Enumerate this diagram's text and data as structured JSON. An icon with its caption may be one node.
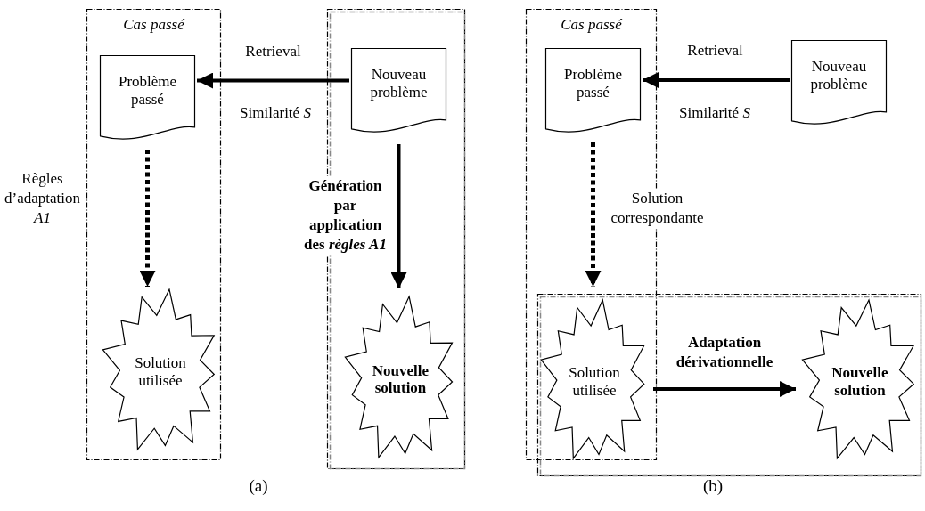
{
  "diagram": {
    "nodes": [
      {
        "text": [
          "Cas passé"
        ]
      },
      {
        "text": [
          "Problème passé"
        ],
        "in": 0
      },
      {
        "text": [
          "Solution utilisée"
        ],
        "in": 0
      },
      {
        "text": [],
        "shape": "box"
      },
      {
        "text": [
          "Nouveau problème"
        ],
        "in": 3
      },
      {
        "text": [
          "Nouvelle solution"
        ],
        "in": 3
      },
      {
        "text": [
          "Cas passé"
        ]
      },
      {
        "text": [
          "Problème passé"
        ],
        "in": 6
      },
      {
        "text": [
          "Nouveau problème"
        ]
      },
      {
        "text": [],
        "shape": "box"
      },
      {
        "text": [
          "Solution utilisée"
        ]
      },
      {
        "text": [
          "Nouvelle solution"
        ],
        "in": 9
      }
    ],
    "edges": [
      {
        "from": 4,
        "to": 1,
        "arrow": "to",
        "label": "Retrieval"
      },
      {
        "from": 1,
        "to": 2,
        "arrow": "to",
        "label": "Règles d’adaptation *A1*",
        "style": "dashed"
      },
      {
        "from": 4,
        "to": 5,
        "arrow": "to",
        "label": "Génération par application des *règles A1*"
      },
      {
        "from": 8,
        "to": 7,
        "arrow": "to",
        "label": "Retrieval"
      },
      {
        "from": 7,
        "to": 10,
        "arrow": "to",
        "label": "Solution correspondante",
        "style": "dashed"
      },
      {
        "from": 10,
        "to": 11,
        "arrow": "to",
        "label": "Adaptation dérivationnelle"
      }
    ],
    "labels": [
      "Similarité *S*",
      "Similarité *S*",
      "(a)",
      "(b)"
    ]
  }
}
